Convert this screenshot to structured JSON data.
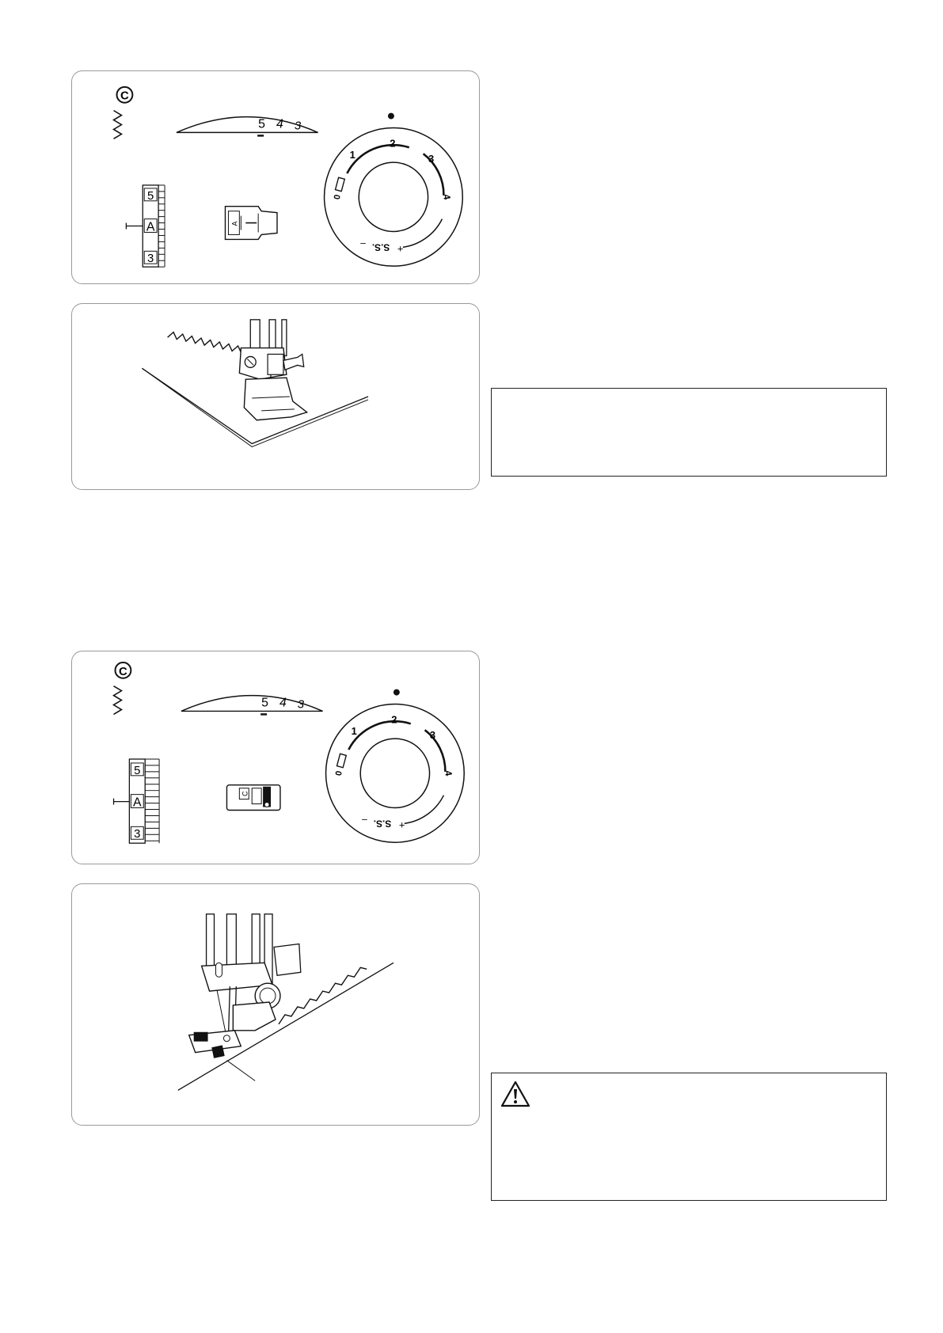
{
  "panels": {
    "setting_c_top": {
      "pattern_letter": "C",
      "tension_scale": [
        "5",
        "4",
        "3"
      ],
      "length_dial": {
        "numbers": [
          "0",
          "1",
          "2",
          "3",
          "4"
        ],
        "ss_label": "S.S."
      },
      "width_dial": [
        "5",
        "A",
        "3"
      ],
      "foot_letter": "A"
    },
    "setting_c_bottom": {
      "pattern_letter": "C",
      "tension_scale": [
        "5",
        "4",
        "3"
      ],
      "length_dial": {
        "numbers": [
          "0",
          "1",
          "2",
          "3",
          "4"
        ],
        "ss_label": "S.S."
      },
      "width_dial": [
        "5",
        "A",
        "3"
      ],
      "foot_letter": "C"
    }
  },
  "boxes": {
    "note": {},
    "caution": {
      "icon": "warning-triangle-icon"
    }
  }
}
